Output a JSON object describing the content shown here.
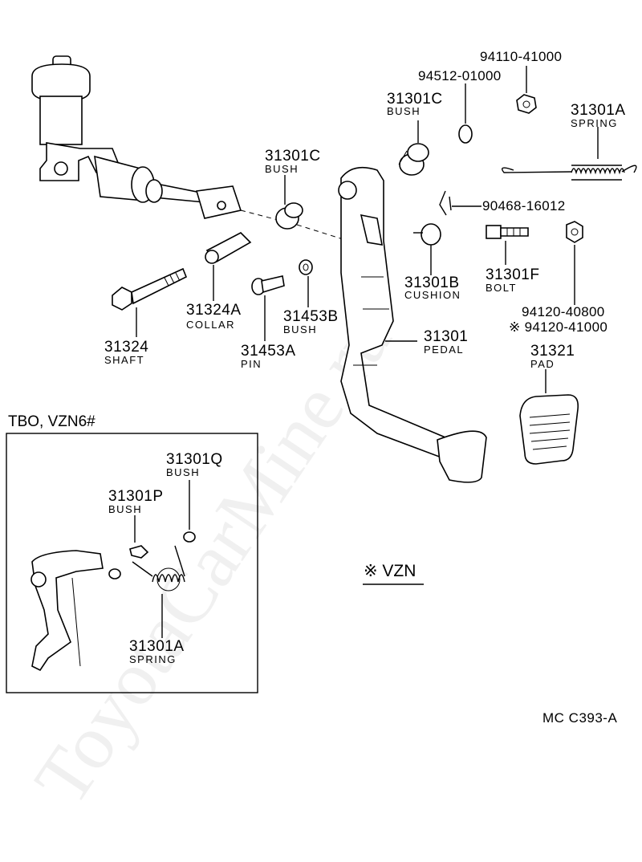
{
  "watermark": "ToyotaCarMine.ru",
  "inset_title": "TBO, VZN6#",
  "note": "※ VZN",
  "code": "MC  C393-A",
  "labels": {
    "p94110": "94110-41000",
    "p94512": "94512-01000",
    "p31301C_top": "31301C",
    "p31301C_top_name": "BUSH",
    "p31301A_top": "31301A",
    "p31301A_top_name": "SPRING",
    "p31301C_mid": "31301C",
    "p31301C_mid_name": "BUSH",
    "p90468": "90468-16012",
    "p31301B": "31301B",
    "p31301B_name": "CUSHION",
    "p31301F": "31301F",
    "p31301F_name": "BOLT",
    "p94120a": "94120-40800",
    "p94120b": "※ 94120-41000",
    "p31324A": "31324A",
    "p31324A_name": "COLLAR",
    "p31453B": "31453B",
    "p31453B_name": "BUSH",
    "p31324": "31324",
    "p31324_name": "SHAFT",
    "p31453A": "31453A",
    "p31453A_name": "PIN",
    "p31301": "31301",
    "p31301_name": "PEDAL",
    "p31321": "31321",
    "p31321_name": "PAD",
    "p31301Q": "31301Q",
    "p31301Q_name": "BUSH",
    "p31301P": "31301P",
    "p31301P_name": "BUSH",
    "p31301A_in": "31301A",
    "p31301A_in_name": "SPRING"
  }
}
